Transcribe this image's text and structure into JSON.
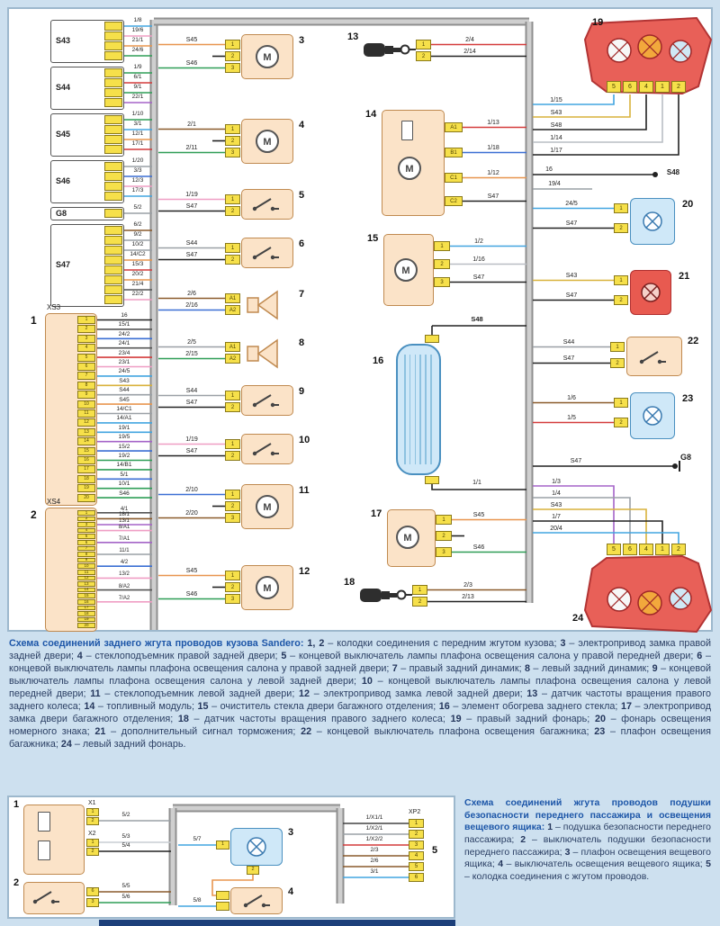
{
  "page": {
    "bg": "#cde0ef",
    "panel_border": "#9db8cd"
  },
  "wire_colors": {
    "S43": "#d9b23c",
    "S44": "#9aa0a6",
    "S45": "#e8954f",
    "S46": "#2f9e57",
    "S47": "#222222",
    "S48": "#222222",
    "1/19": "#ef9ec4",
    "2/1": "#8a5a2b",
    "2/11": "#2f9e57",
    "2/6": "#8a5a2b",
    "2/16": "#3b6fd4",
    "2/5": "#9aa0a6",
    "2/15": "#2f9e57",
    "2/10": "#3b6fd4",
    "2/20": "#8a5a2b",
    "1/15": "#42a5e0",
    "1/14": "#b9bec4",
    "1/17": "#222222",
    "24/5": "#42a5e0",
    "1/6": "#8a5a2b",
    "1/5": "#d43c3c",
    "1/3": "#a564c8",
    "1/4": "#9aa0a6",
    "1/7": "#222222",
    "20/4": "#42a5e0",
    "1/13": "#d43c3c",
    "1/18": "#3b6fd4",
    "1/12": "#e8954f",
    "1/2": "#42a5e0",
    "1/16": "#b9bec4",
    "1/1": "#222222",
    "2/4": "#d43c3c",
    "2/14": "#222222",
    "2/3": "#8a5a2b",
    "2/13": "#222222",
    "16": "#222222",
    "19/4": "#9aa0a6",
    "5/2": "#9aa0a6",
    "5/3": "#c9ced4",
    "5/4": "#222222",
    "5/5": "#8a5a2b",
    "5/6": "#2f9e57",
    "5/7": "#42a5e0",
    "5/8": "#42a5e0",
    "1/X1/1": "#444444",
    "1/X2/1": "#9aa0a6",
    "1/X2/2": "#d43c3c",
    "3/1": "#42a5e0"
  },
  "main": {
    "left_stacks": [
      {
        "name": "S43",
        "wires": [
          "1/8",
          "19/6",
          "21/1",
          "24/6"
        ]
      },
      {
        "name": "S44",
        "wires": [
          "1/9",
          "6/1",
          "9/1",
          "22/1"
        ]
      },
      {
        "name": "S45",
        "wires": [
          "1/10",
          "3/1",
          "12/1",
          "17/1"
        ]
      },
      {
        "name": "S46",
        "wires": [
          "1/20",
          "3/3",
          "12/3",
          "17/3"
        ]
      },
      {
        "name": "G8",
        "wires": [
          "5/2"
        ]
      },
      {
        "name": "S47",
        "wires": [
          "6/2",
          "9/2",
          "10/2",
          "14/C2",
          "15/3",
          "20/2",
          "21/4",
          "22/2"
        ]
      }
    ],
    "xs3": {
      "num": "1",
      "name": "XS3",
      "pins": [
        "16",
        "15/1",
        "24/2",
        "24/1",
        "23/4",
        "23/1",
        "24/5",
        "S43",
        "S44",
        "S45",
        "14/C1",
        "14/A1",
        "19/1",
        "19/5",
        "15/2",
        "19/2",
        "14/B1",
        "5/1",
        "10/1",
        "S46"
      ]
    },
    "xs4": {
      "num": "2",
      "name": "XS4",
      "pins": [
        "4/1",
        "18/1",
        "13/1",
        "8/A1",
        "",
        "7/A1",
        "",
        "11/1",
        "",
        "4/2",
        "",
        "13/2",
        "",
        "8/A2",
        "",
        "7/A2",
        "",
        "",
        "",
        ""
      ]
    },
    "mid_components": [
      {
        "num": "3",
        "type": "motor",
        "pins": [
          "1",
          "2",
          "3"
        ],
        "wires": [
          "S45",
          "",
          "S46"
        ]
      },
      {
        "num": "4",
        "type": "motor",
        "pins": [
          "1",
          "2",
          "3"
        ],
        "wires": [
          "2/1",
          "",
          "2/11"
        ]
      },
      {
        "num": "5",
        "type": "switch",
        "pins": [
          "1",
          "2"
        ],
        "wires": [
          "1/19",
          "S47"
        ]
      },
      {
        "num": "6",
        "type": "switch",
        "pins": [
          "1",
          "2"
        ],
        "wires": [
          "S44",
          "S47"
        ]
      },
      {
        "num": "7",
        "type": "speaker",
        "pins": [
          "A1",
          "A2"
        ],
        "wires": [
          "2/6",
          "2/16"
        ]
      },
      {
        "num": "8",
        "type": "speaker",
        "pins": [
          "A1",
          "A2"
        ],
        "wires": [
          "2/5",
          "2/15"
        ]
      },
      {
        "num": "9",
        "type": "switch",
        "pins": [
          "1",
          "2"
        ],
        "wires": [
          "S44",
          "S47"
        ]
      },
      {
        "num": "10",
        "type": "switch",
        "pins": [
          "1",
          "2"
        ],
        "wires": [
          "1/19",
          "S47"
        ]
      },
      {
        "num": "11",
        "type": "motor",
        "pins": [
          "1",
          "2",
          "3"
        ],
        "wires": [
          "2/10",
          "",
          "2/20"
        ]
      },
      {
        "num": "12",
        "type": "motor",
        "pins": [
          "1",
          "2",
          "3"
        ],
        "wires": [
          "S45",
          "",
          "S46"
        ]
      }
    ],
    "right_components": [
      {
        "num": "13",
        "type": "sensor",
        "pins": [
          "1",
          "2"
        ],
        "wires": [
          "2/4",
          "2/14"
        ]
      },
      {
        "num": "14",
        "type": "module",
        "pins": [
          "A1",
          "B1",
          "C1",
          "C2"
        ],
        "wires": [
          "1/13",
          "1/18",
          "1/12",
          "S47"
        ]
      },
      {
        "num": "15",
        "type": "motor",
        "pins": [
          "1",
          "2",
          "3"
        ],
        "wires": [
          "1/2",
          "1/16",
          "S47"
        ],
        "extra_wire": "S48"
      },
      {
        "num": "16",
        "type": "heater",
        "wires": [
          "1/1"
        ]
      },
      {
        "num": "17",
        "type": "motor",
        "pins": [
          "1",
          "2",
          "3"
        ],
        "wires": [
          "S45",
          "",
          "S46"
        ]
      },
      {
        "num": "18",
        "type": "sensor",
        "pins": [
          "1",
          "2"
        ],
        "wires": [
          "2/3",
          "2/13"
        ]
      }
    ],
    "right_side": {
      "lamp19": {
        "num": "19",
        "pins": [
          "5",
          "6",
          "4",
          "1",
          "2"
        ],
        "wires": [
          "1/15",
          "S43",
          "S48",
          "1/14",
          "1/17"
        ]
      },
      "splice": {
        "wire": "16",
        "node": "S48"
      },
      "wire_194": "19/4",
      "c20": {
        "num": "20",
        "pins": [
          "1",
          "2"
        ],
        "wires": [
          "24/5",
          "S47"
        ]
      },
      "c21": {
        "num": "21",
        "pins": [
          "1",
          "2"
        ],
        "wires": [
          "S43",
          "S47"
        ]
      },
      "c22": {
        "num": "22",
        "pins": [
          "1",
          "2"
        ],
        "wires": [
          "S44",
          "S47"
        ]
      },
      "c23": {
        "num": "23",
        "pins": [
          "1",
          "2"
        ],
        "wires": [
          "1/6",
          "1/5"
        ]
      },
      "g8": {
        "label": "G8",
        "wire": "S47"
      },
      "lamp24": {
        "num": "24",
        "pins": [
          "5",
          "6",
          "4",
          "1",
          "2"
        ],
        "wires": [
          "1/3",
          "1/4",
          "S43",
          "1/7",
          "20/4"
        ]
      }
    }
  },
  "second": {
    "c1": {
      "num": "1",
      "conn1": "X1",
      "conn2": "X2",
      "conn1_pins": [
        "1",
        "2"
      ],
      "conn2_pins": [
        "1",
        "2"
      ],
      "wires": [
        "5/2",
        "5/3",
        "5/4"
      ]
    },
    "c2": {
      "num": "2",
      "pins": [
        "6",
        "3"
      ],
      "wires": [
        "5/5",
        "5/6"
      ]
    },
    "c3": {
      "num": "3",
      "pins": [
        "1",
        "2"
      ],
      "wire": "5/7"
    },
    "c4": {
      "num": "4",
      "wire": "5/8"
    },
    "c5": {
      "num": "5",
      "name": "XP2",
      "pins": [
        "1",
        "2",
        "3",
        "4",
        "5",
        "6"
      ],
      "wires": [
        "1/X1/1",
        "1/X2/1",
        "1/X2/2",
        "2/3",
        "2/6",
        "3/1"
      ]
    }
  },
  "caption1": {
    "title": "Схема соединений заднего жгута проводов кузова Sandero:",
    "items": [
      {
        "n": "1, 2",
        "t": "колодки соединения с передним жгутом кузова"
      },
      {
        "n": "3",
        "t": "электропривод замка правой задней двери"
      },
      {
        "n": "4",
        "t": "стеклоподъемник правой задней двери"
      },
      {
        "n": "5",
        "t": "концевой выключатель лампы плафона освещения салона у правой передней двери"
      },
      {
        "n": "6",
        "t": "концевой выключатель лампы плафона освещения салона у правой задней двери"
      },
      {
        "n": "7",
        "t": "правый задний динамик"
      },
      {
        "n": "8",
        "t": "левый задний динамик"
      },
      {
        "n": "9",
        "t": "концевой выключатель лампы плафона освещения салона у левой задней двери"
      },
      {
        "n": "10",
        "t": "концевой выключатель лампы плафона освещения салона у левой передней двери"
      },
      {
        "n": "11",
        "t": "стеклоподъемник левой задней двери"
      },
      {
        "n": "12",
        "t": "электропривод замка левой задней двери"
      },
      {
        "n": "13",
        "t": "датчик частоты вращения правого заднего колеса"
      },
      {
        "n": "14",
        "t": "топливный модуль"
      },
      {
        "n": "15",
        "t": "очиститель стекла двери багажного отделения"
      },
      {
        "n": "16",
        "t": "элемент обогрева заднего стекла"
      },
      {
        "n": "17",
        "t": "электропривод замка двери багажного отделения"
      },
      {
        "n": "18",
        "t": "датчик частоты вращения правого заднего колеса"
      },
      {
        "n": "19",
        "t": "правый задний фонарь"
      },
      {
        "n": "20",
        "t": "фонарь освещения номерного знака"
      },
      {
        "n": "21",
        "t": "дополнительный сигнал торможения"
      },
      {
        "n": "22",
        "t": "концевой выключатель плафона освещения багажника"
      },
      {
        "n": "23",
        "t": "плафон освещения багажника"
      },
      {
        "n": "24",
        "t": "левый задний фонарь"
      }
    ]
  },
  "caption2": {
    "title": "Схема соединений жгута проводов подушки безопасности переднего пассажира и освещения вещевого ящика:",
    "items": [
      {
        "n": "1",
        "t": "подушка безопасности переднего пассажира"
      },
      {
        "n": "2",
        "t": "выключатель подушки безопасности переднего пассажира"
      },
      {
        "n": "3",
        "t": "плафон освещения вещевого ящика"
      },
      {
        "n": "4",
        "t": "выключатель освещения вещевого ящика"
      },
      {
        "n": "5",
        "t": "колодка соединения с жгутом проводов"
      }
    ]
  }
}
